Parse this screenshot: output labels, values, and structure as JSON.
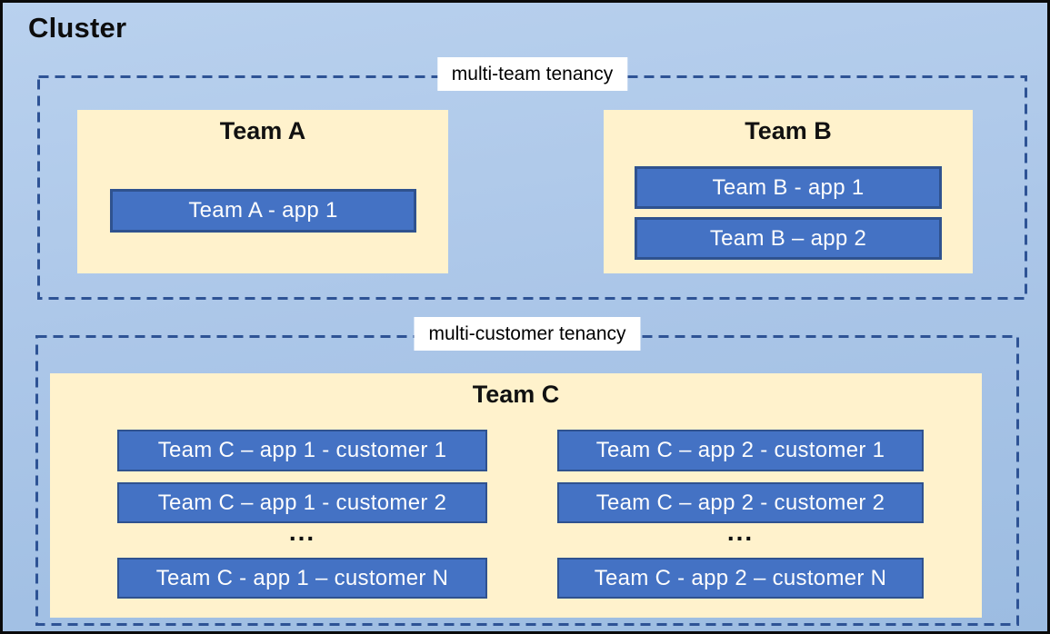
{
  "cluster": {
    "title": "Cluster"
  },
  "sections": {
    "multi_team": {
      "label": "multi-team tenancy",
      "team_a": {
        "name": "Team A",
        "app1": "Team A - app 1"
      },
      "team_b": {
        "name": "Team B",
        "app1": "Team B - app 1",
        "app2": "Team B – app 2"
      }
    },
    "multi_customer": {
      "label": "multi-customer tenancy",
      "team_c": {
        "name": "Team C",
        "col1": {
          "row1": "Team C – app 1 - customer 1",
          "row2": "Team C – app 1 - customer 2",
          "ellipsis": "...",
          "rowN": "Team C - app 1 – customer N"
        },
        "col2": {
          "row1": "Team C – app 2 - customer 1",
          "row2": "Team C – app 2 - customer 2",
          "ellipsis": "...",
          "rowN": "Team C - app 2 – customer N"
        }
      }
    }
  },
  "colors": {
    "background_top": "#b9d1ee",
    "background_bottom": "#9cbce1",
    "cluster_border": "#0a0a0a",
    "dashed_border": "#2e5395",
    "team_card_fill": "#fff2cc",
    "app_fill": "#4472c4",
    "app_border": "#2f528f",
    "app_text": "#fdfdfd",
    "label_background": "#ffffff",
    "title_text": "#0d0d0d"
  }
}
